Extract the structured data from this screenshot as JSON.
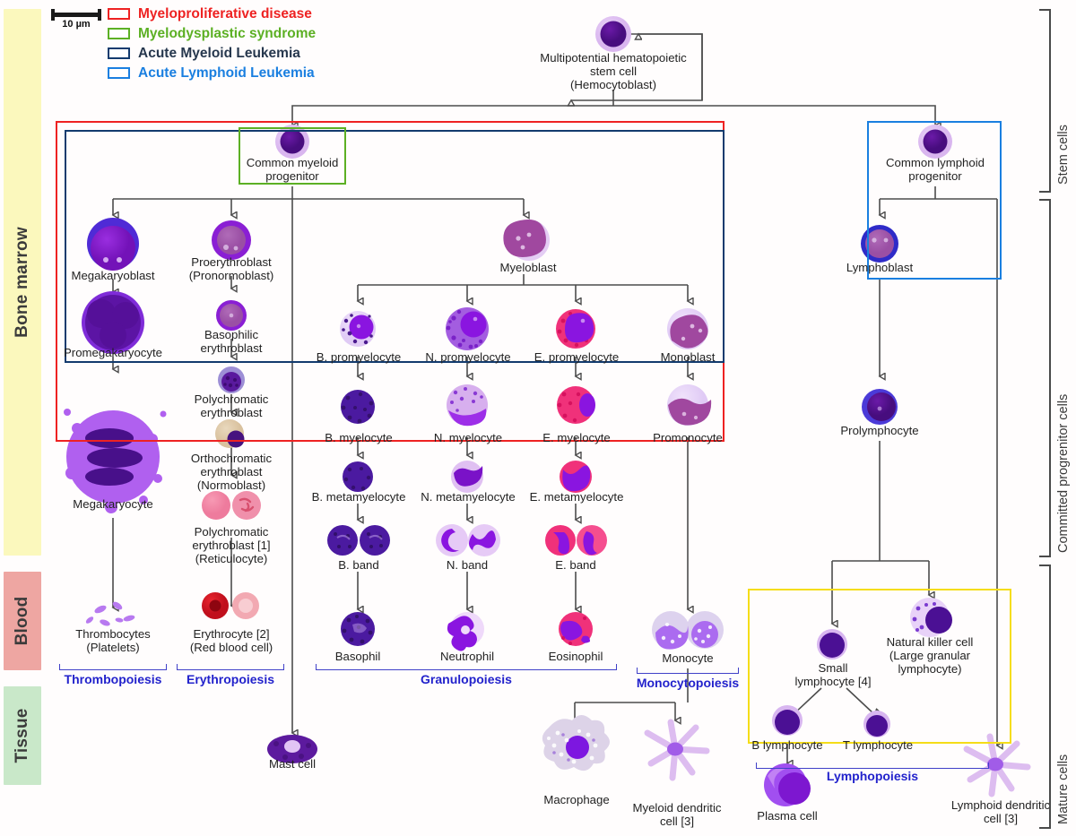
{
  "compartments": [
    {
      "name": "bone-marrow",
      "label": "Bone marrow"
    },
    {
      "name": "blood",
      "label": "Blood"
    },
    {
      "name": "tissue",
      "label": "Tissue"
    }
  ],
  "legend": {
    "items": [
      {
        "label": "Myeloproliferative disease",
        "color": "#ee2222"
      },
      {
        "label": "Myelodysplastic syndrome",
        "color": "#5cb024"
      },
      {
        "label": "Acute Myeloid Leukemia",
        "color": "#133b6e"
      },
      {
        "label": "Acute Lymphoid Leukemia",
        "color": "#1a7fe0"
      }
    ]
  },
  "scalebar": {
    "label": "10 µm"
  },
  "stages": [
    {
      "name": "stem-cells",
      "label": "Stem cells"
    },
    {
      "name": "committed-progenitor-cells",
      "label": "Committed progrenitor cells"
    },
    {
      "name": "mature-cells",
      "label": "Mature cells"
    }
  ],
  "processes": [
    {
      "name": "thrombopoiesis",
      "label": "Thrombopoiesis"
    },
    {
      "name": "erythropoiesis",
      "label": "Erythropoiesis"
    },
    {
      "name": "granulopoiesis",
      "label": "Granulopoiesis"
    },
    {
      "name": "monocytopoiesis",
      "label": "Monocytopoiesis"
    },
    {
      "name": "lymphopoiesis",
      "label": "Lymphopoiesis"
    }
  ],
  "cells": {
    "hsc": "Multipotential hematopoietic\nstem cell\n(Hemocytoblast)",
    "cmp": "Common myeloid\nprogenitor",
    "clp": "Common lymphoid\nprogenitor",
    "megakaryoblast": "Megakaryoblast",
    "promegakaryocyte": "Promegakaryocyte",
    "megakaryocyte": "Megakaryocyte",
    "thrombocytes": "Thrombocytes\n(Platelets)",
    "proerythroblast": "Proerythroblast\n(Pronormoblast)",
    "basophilic_erythroblast": "Basophilic\nerythroblast",
    "polychromatic_erythroblast": "Polychromatic\nerythroblast",
    "orthochromatic_erythroblast": "Orthochromatic\nerythroblast\n(Normoblast)",
    "reticulocyte": "Polychromatic\nerythroblast [1]\n(Reticulocyte)",
    "erythrocyte": "Erythrocyte [2]\n(Red blood cell)",
    "myeloblast": "Myeloblast",
    "b_promyelocyte": "B. promyelocyte",
    "n_promyelocyte": "N. promyelocyte",
    "e_promyelocyte": "E. promyelocyte",
    "monoblast": "Monoblast",
    "b_myelocyte": "B. myelocyte",
    "n_myelocyte": "N. myelocyte",
    "e_myelocyte": "E. myelocyte",
    "promonocyte": "Promonocyte",
    "b_metamyelocyte": "B. metamyelocyte",
    "n_metamyelocyte": "N. metamyelocyte",
    "e_metamyelocyte": "E. metamyelocyte",
    "b_band": "B. band",
    "n_band": "N. band",
    "e_band": "E. band",
    "basophil": "Basophil",
    "neutrophil": "Neutrophil",
    "eosinophil": "Eosinophil",
    "monocyte": "Monocyte",
    "mast_cell": "Mast cell",
    "macrophage": "Macrophage",
    "myeloid_dendritic": "Myeloid dendritic\ncell [3]",
    "lymphoblast": "Lymphoblast",
    "prolymphocyte": "Prolymphocyte",
    "small_lymphocyte": "Small\nlymphocyte [4]",
    "nk_cell": "Natural killer cell\n(Large granular\nlymphocyte)",
    "b_lymphocyte": "B lymphocyte",
    "t_lymphocyte": "T lymphocyte",
    "plasma_cell": "Plasma cell",
    "lymphoid_dendritic": "Lymphoid dendritic\ncell [3]"
  },
  "colors": {
    "myeloproliferative": "#ee2222",
    "myelodysplastic": "#5cb024",
    "aml": "#133b6e",
    "all": "#1a7fe0",
    "lymphopoiesis_box": "#f5dd18",
    "process_text": "#2222cc",
    "bone_marrow_band": "#fbf8bd",
    "blood_band": "#eea6a2",
    "tissue_band": "#c9e8c9",
    "connector": "#4c4c4c"
  }
}
